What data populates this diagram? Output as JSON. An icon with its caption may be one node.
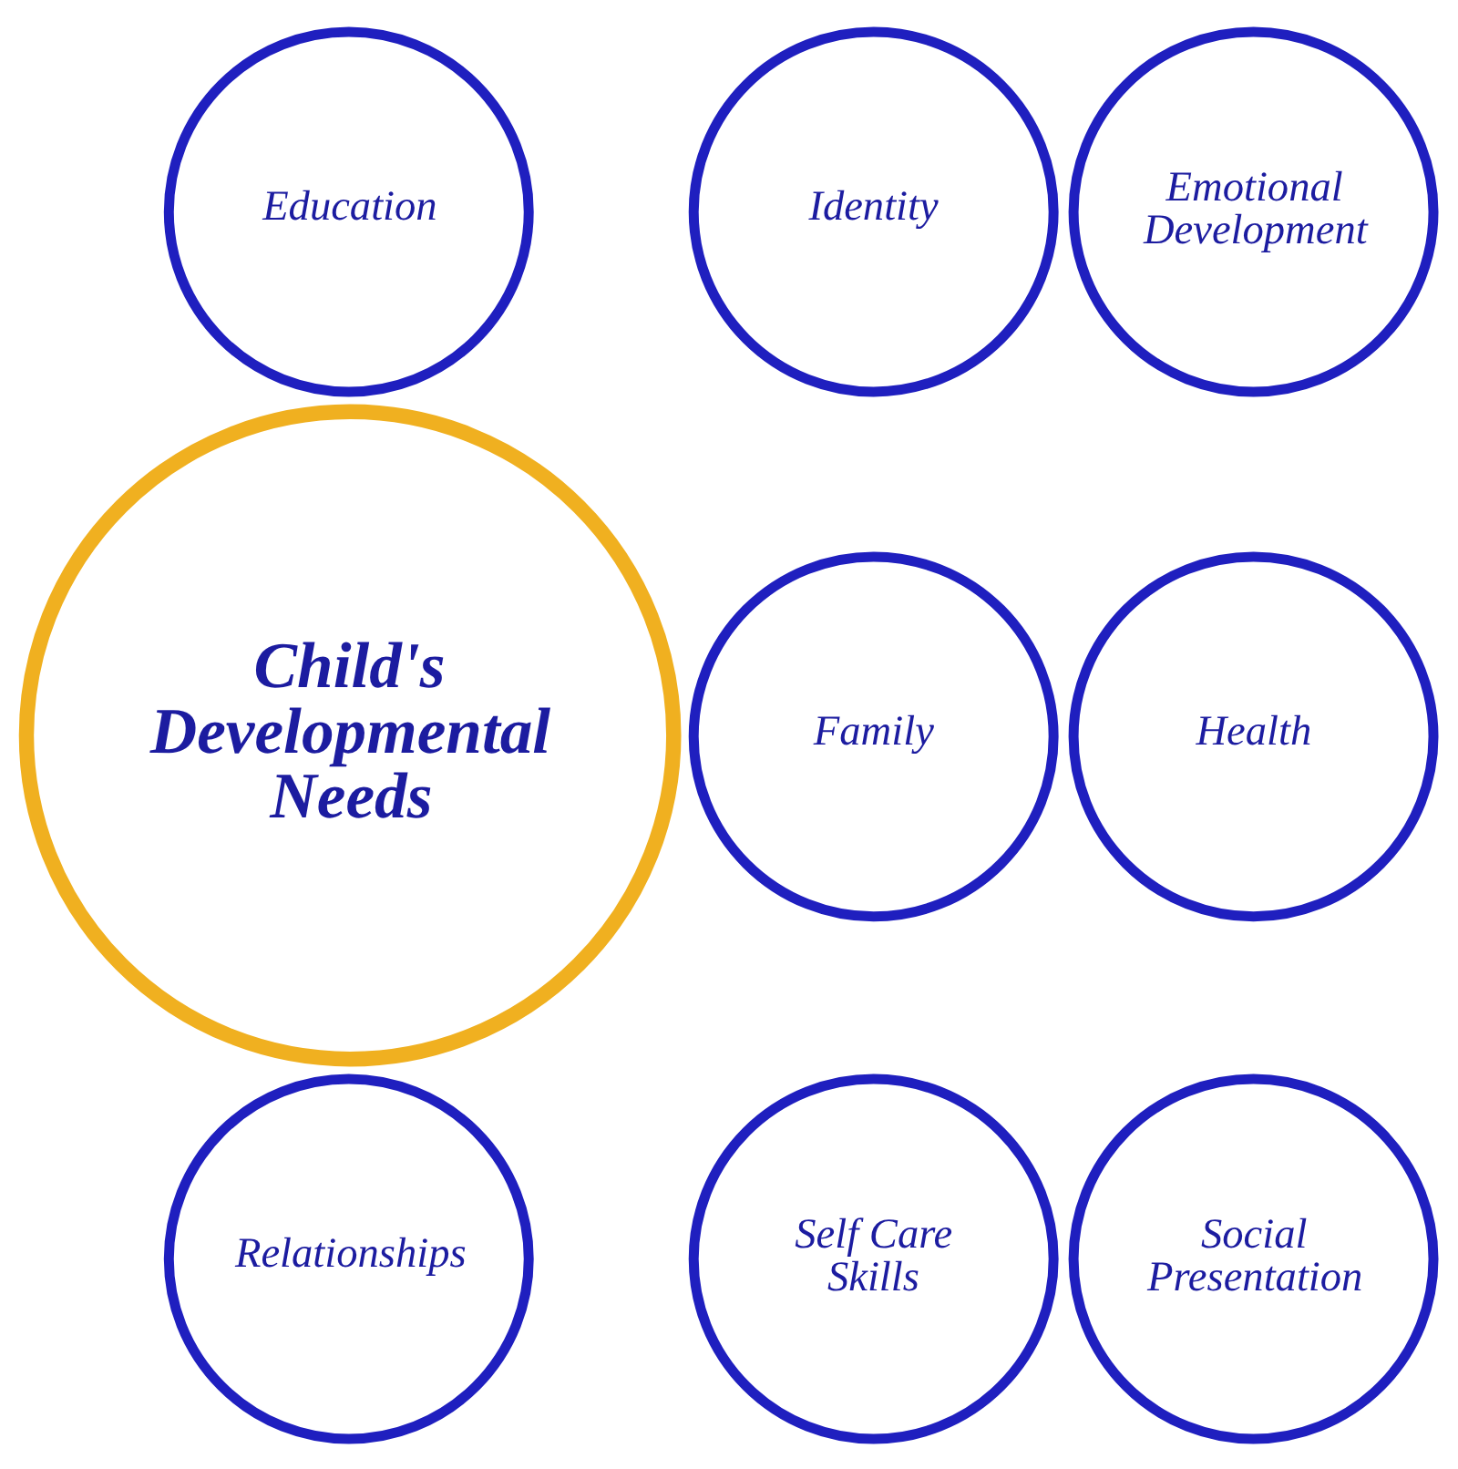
{
  "diagram": {
    "nodes": [
      {
        "text": [
          "Education"
        ]
      },
      {
        "text": [
          "Identity"
        ]
      },
      {
        "text": [
          "Emotional Development"
        ]
      },
      {
        "text": [
          "Child's Developmental Needs"
        ]
      },
      {
        "text": [
          "Family"
        ]
      },
      {
        "text": [
          "Health"
        ]
      },
      {
        "text": [
          "Relationships"
        ]
      },
      {
        "text": [
          "Self Care Skills"
        ]
      },
      {
        "text": [
          "Social Presentation"
        ]
      }
    ],
    "edges": []
  }
}
